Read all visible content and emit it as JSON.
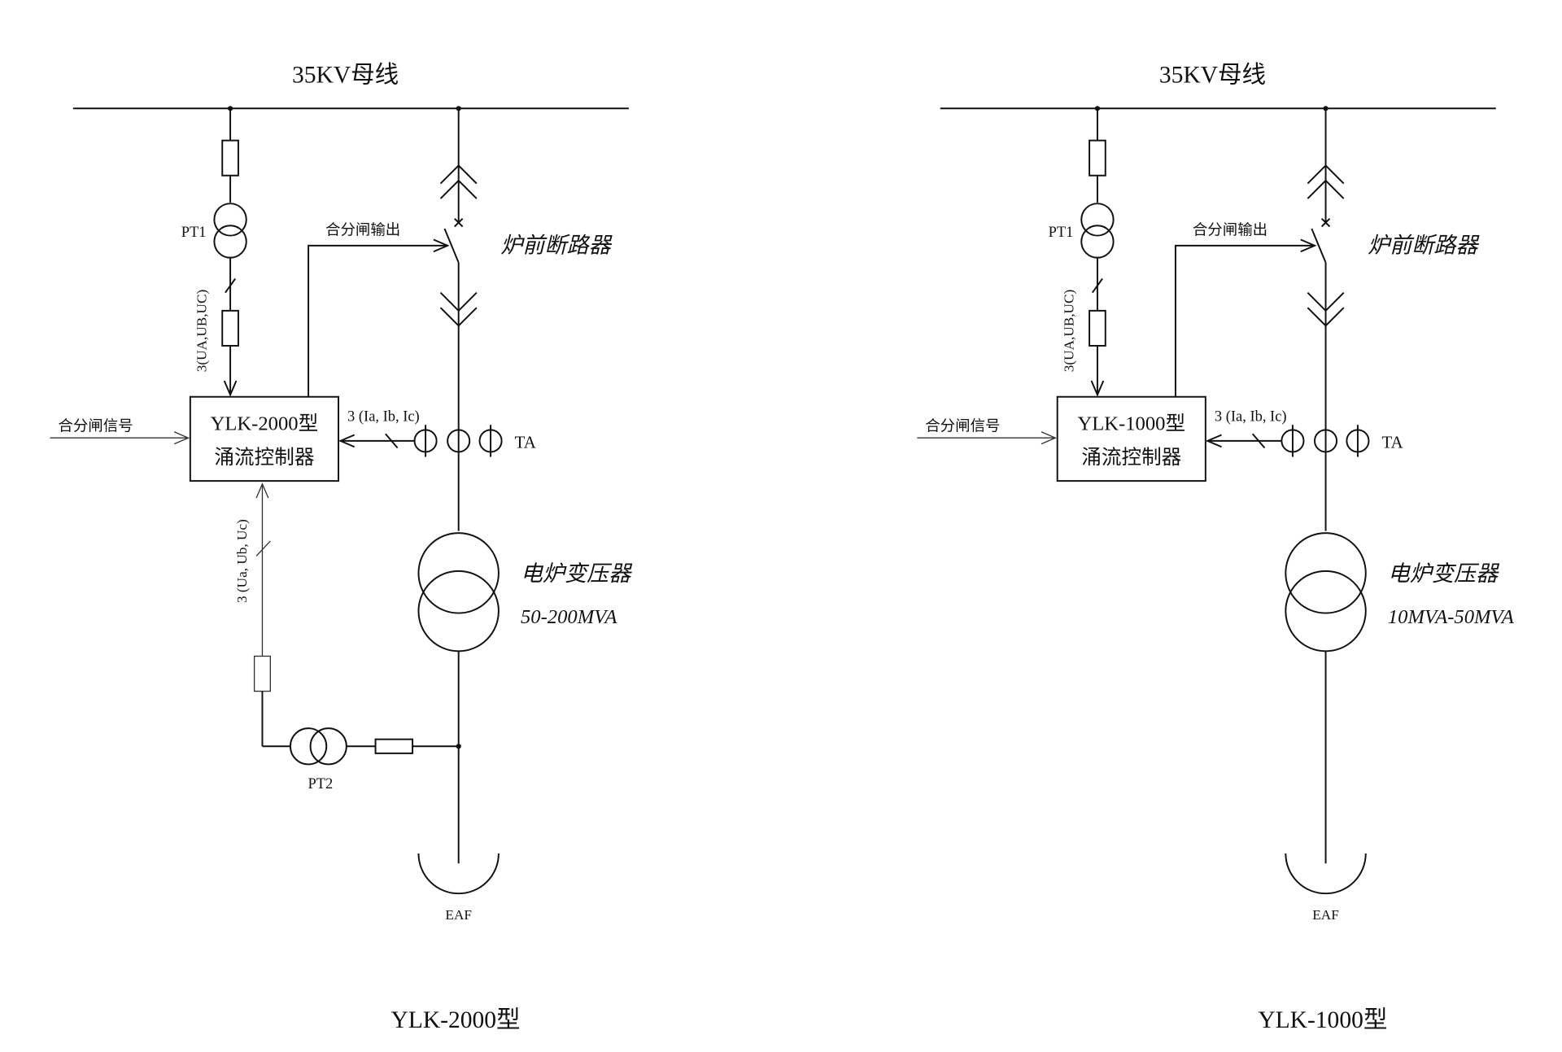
{
  "diagrams": [
    {
      "bus_label": "35KV母线",
      "pt1_label": "PT1",
      "pt1_signal_label": "3(UA,UB,UC)",
      "controller_line1": "YLK-2000型",
      "controller_line2": "涌流控制器",
      "output_label": "合分闸输出",
      "breaker_label": "炉前断路器",
      "input_label": "合分闸信号",
      "ct_signal_label": "3 (Ia, Ib, Ic)",
      "ct_label": "TA",
      "transformer_label": "电炉变压器",
      "transformer_rating": "50-200MVA",
      "pt2_signal_label": "3 (Ua, Ub, Uc)",
      "pt2_label": "PT2",
      "eaf_label": "EAF",
      "caption": "YLK-2000型"
    },
    {
      "bus_label": "35KV母线",
      "pt1_label": "PT1",
      "pt1_signal_label": "3(UA,UB,UC)",
      "controller_line1": "YLK-1000型",
      "controller_line2": "涌流控制器",
      "output_label": "合分闸输出",
      "breaker_label": "炉前断路器",
      "input_label": "合分闸信号",
      "ct_signal_label": "3 (Ia, Ib, Ic)",
      "ct_label": "TA",
      "transformer_label": "电炉变压器",
      "transformer_rating": "10MVA-50MVA",
      "eaf_label": "EAF",
      "caption": "YLK-1000型"
    }
  ]
}
